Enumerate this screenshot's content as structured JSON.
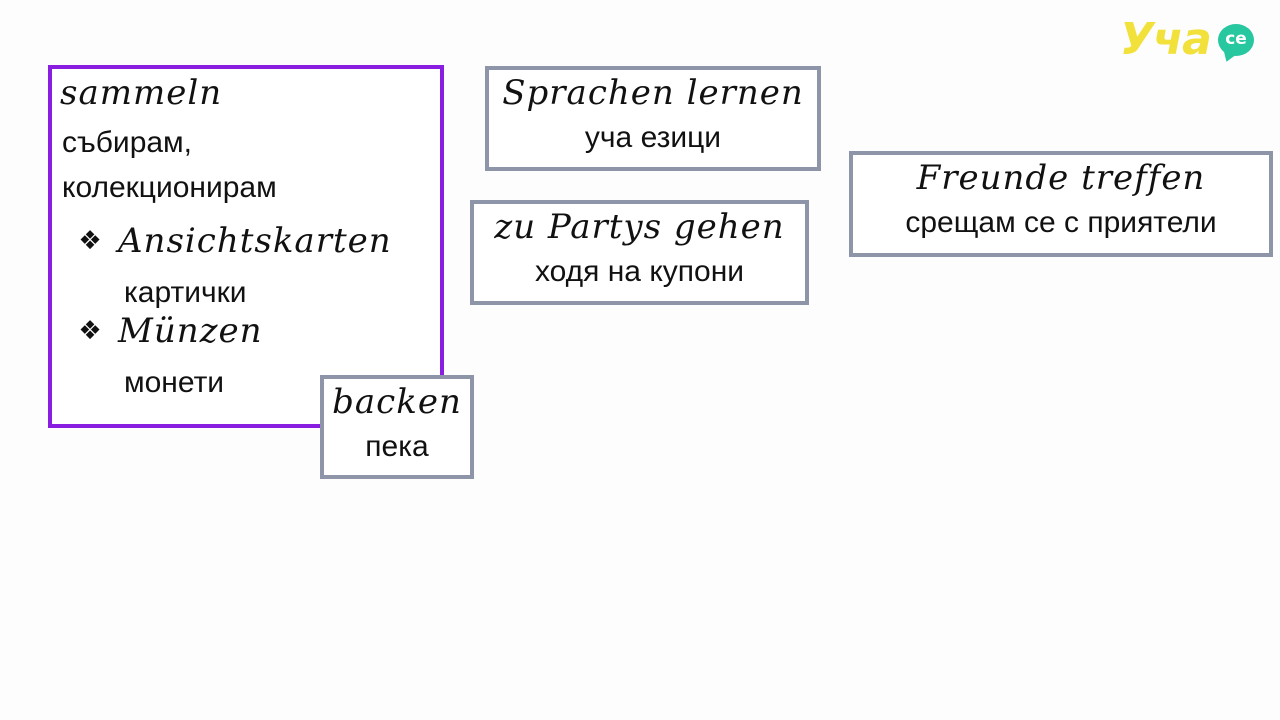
{
  "logo": {
    "word": "Уча",
    "bubble": "се"
  },
  "sammeln": {
    "german": "sammeln",
    "bulgarian_line1": "събирам,",
    "bulgarian_line2": "колекционирам",
    "items": [
      {
        "german": "Ansichtskarten",
        "bulgarian": "картички"
      },
      {
        "german": "Münzen",
        "bulgarian": "монети"
      }
    ],
    "bullet_symbol": "❖"
  },
  "sprachen": {
    "german": "Sprachen lernen",
    "bulgarian": "уча езици"
  },
  "partys": {
    "german": "zu Partys gehen",
    "bulgarian": "ходя на купони"
  },
  "freunde": {
    "german": "Freunde treffen",
    "bulgarian": "срещам се с приятели"
  },
  "backen": {
    "german": "backen",
    "bulgarian": "пека"
  },
  "colors": {
    "purple_border": "#8a1ee0",
    "gray_border": "#8e95a8",
    "logo_yellow": "#f2e13a",
    "logo_green": "#27c79f"
  }
}
